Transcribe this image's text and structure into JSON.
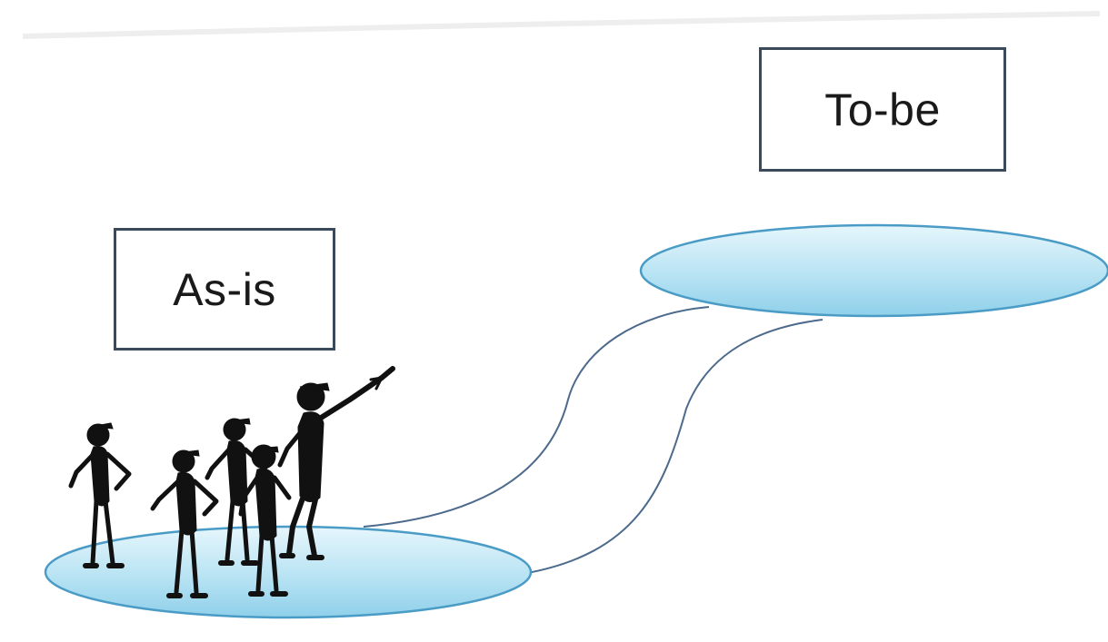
{
  "diagram": {
    "current_state_label": "As-is",
    "future_state_label": "To-be",
    "colors": {
      "platform_fill": "#b8e3f3",
      "platform_stroke": "#4a9cc6",
      "connector_stroke": "#4c6a8c",
      "box_border": "#3a4a5a",
      "figure_fill": "#111111"
    },
    "people_count": 5
  }
}
